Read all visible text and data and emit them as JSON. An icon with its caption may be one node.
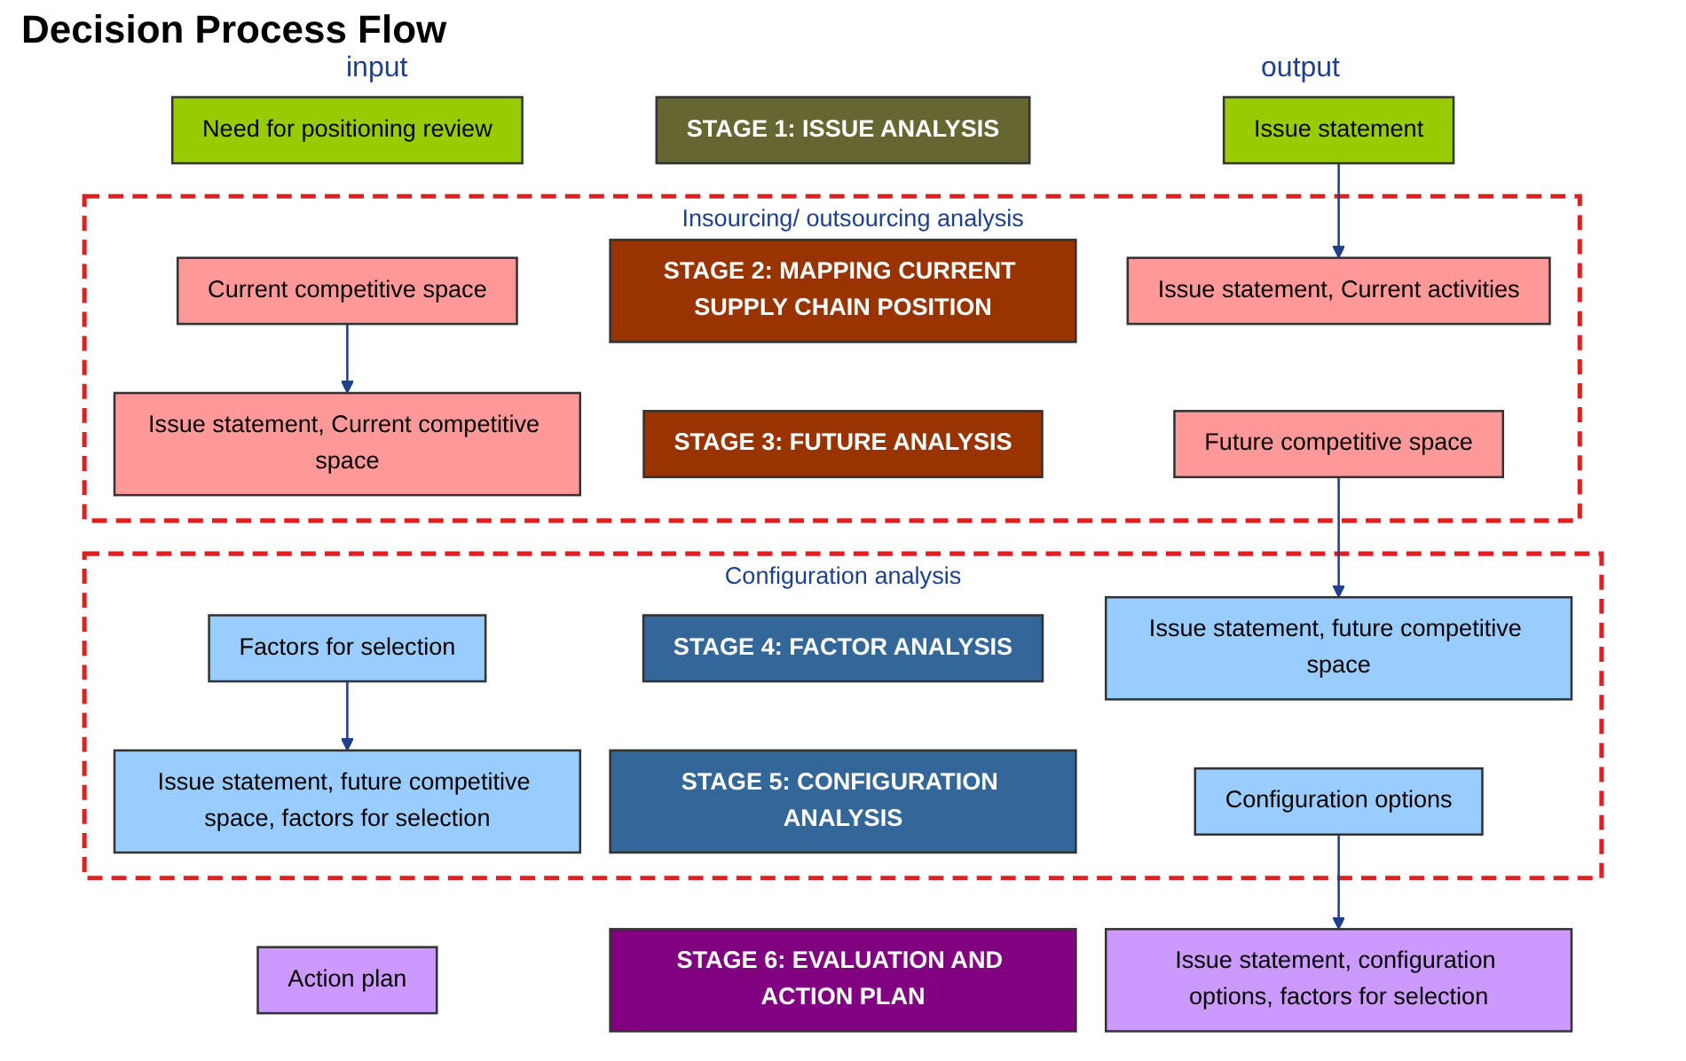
{
  "diagram": {
    "title": "Decision Process Flow",
    "nodes": [
      {
        "text": [
          "Need for positioning review"
        ]
      },
      {
        "text": [
          "STAGE 1: ISSUE ANALYSIS"
        ]
      },
      {
        "text": [
          "Issue statement"
        ]
      },
      {
        "text": [
          "Insourcing/ outsourcing analysis"
        ]
      },
      {
        "text": [
          "Issue statement, Current activities"
        ],
        "in": 3
      },
      {
        "text": [
          "STAGE 2: MAPPING CURRENT SUPPLY CHAIN POSITION"
        ],
        "in": 3
      },
      {
        "text": [
          "Current competitive space"
        ],
        "in": 3
      },
      {
        "text": [
          "Issue statement, Current competitive space"
        ],
        "in": 3
      },
      {
        "text": [
          "STAGE 3: FUTURE ANALYSIS"
        ],
        "in": 3
      },
      {
        "text": [
          "Future competitive space"
        ],
        "in": 3
      },
      {
        "text": [
          "Configuration analysis"
        ]
      },
      {
        "text": [
          "Issue statement, future competitive space"
        ],
        "in": 10
      },
      {
        "text": [
          "STAGE 4: FACTOR ANALYSIS"
        ],
        "in": 10
      },
      {
        "text": [
          "Factors for selection"
        ],
        "in": 10
      },
      {
        "text": [
          "Issue statement, future competitive space, factors for selection"
        ],
        "in": 10
      },
      {
        "text": [
          "STAGE 5: CONFIGURATION ANALYSIS"
        ],
        "in": 10
      },
      {
        "text": [
          "Configuration options"
        ],
        "in": 10
      },
      {
        "text": [
          "Issue statement, configuration options, factors for selection"
        ]
      },
      {
        "text": [
          "STAGE 6: EVALUATION AND ACTION PLAN"
        ]
      },
      {
        "text": [
          "Action plan"
        ]
      }
    ],
    "edges": [
      {
        "from": 2,
        "to": 4,
        "arrow": "to"
      },
      {
        "from": 6,
        "to": 7,
        "arrow": "to"
      },
      {
        "from": 9,
        "to": 11,
        "arrow": "to"
      },
      {
        "from": 13,
        "to": 14,
        "arrow": "to"
      },
      {
        "from": 16,
        "to": 17,
        "arrow": "to"
      }
    ],
    "labels": [
      "input",
      "output"
    ]
  }
}
